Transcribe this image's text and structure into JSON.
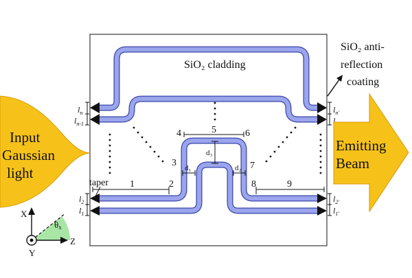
{
  "labels": {
    "cladding": "SiO₂ cladding",
    "coating_line1": "SiO₂ anti-",
    "coating_line2": "reflection",
    "coating_line3": "coating",
    "input_line1": "Input",
    "input_line2": "Gaussian",
    "input_line3": "light",
    "output_line1": "Emitting",
    "output_line2": "Beam",
    "taper": "taper"
  },
  "segments": [
    "1",
    "2",
    "3",
    "4",
    "5",
    "6",
    "7",
    "8",
    "9"
  ],
  "dimensions": {
    "d1": "d₁",
    "d2": "d₂",
    "d3": "d₃"
  },
  "left_ports": {
    "ln": "l",
    "ln_sub": "n",
    "ln1": "l",
    "ln1_sub": "n-1",
    "l2": "l",
    "l2_sub": "2",
    "l1": "l",
    "l1_sub": "1"
  },
  "right_ports": {
    "ln": "l",
    "ln_sub": "n′",
    "ln1": "l",
    "ln1_sub": "n-1",
    "l2": "l",
    "l2_sub": "2′",
    "l1": "l",
    "l1_sub": "1′"
  },
  "axes": {
    "x": "X",
    "y": "Y",
    "z": "Z",
    "theta": "θ",
    "theta_sub": "x"
  },
  "colors": {
    "waveguide": "#9aa5ec",
    "waveguide_edge": "#3a44a8",
    "arrow_fill": "#f6c21a",
    "arrow_edge": "#d69a00",
    "angle_fill": "#a9e6a6",
    "ink": "#111111"
  }
}
